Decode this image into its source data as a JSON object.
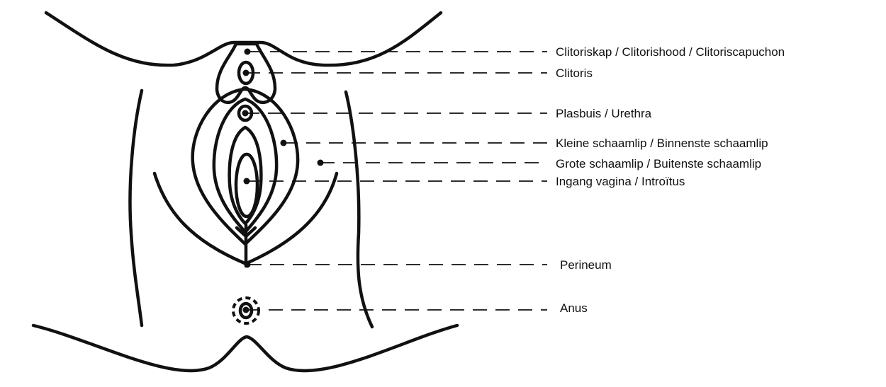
{
  "labels": {
    "clitoral_hood": "Clitoriskap / Clitorishood / Clitoriscapuchon",
    "clitoris": "Clitoris",
    "urethra": "Plasbuis / Urethra",
    "labia_minora": "Kleine schaamlip / Binnenste schaamlip",
    "labia_majora": "Grote schaamlip / Buitenste schaamlip",
    "vaginal_opening": "Ingang vagina / Introïtus",
    "perineum": "Perineum",
    "anus": "Anus"
  },
  "colors": {
    "outline": "#111111",
    "outer_labia_fill": "#fbe1ec",
    "inner_labia_fill": "#f3b8d3",
    "inner_fill": "#f5a9cb",
    "background": "#ffffff"
  }
}
